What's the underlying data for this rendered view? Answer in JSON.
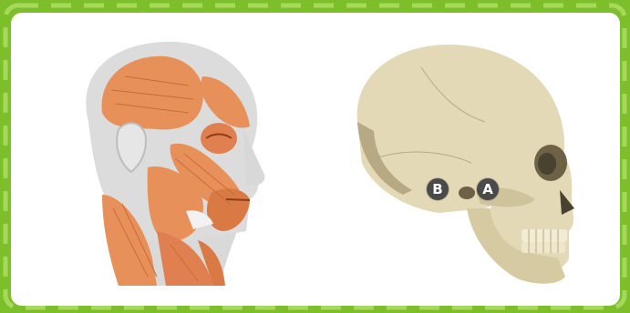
{
  "colors": {
    "frame": "#7cbf2a",
    "frame_dash": "#a6d95b",
    "card": "#ffffff",
    "muscle": "#e8905a",
    "muscle_dark": "#c96a3a",
    "bone": "#e3d9b6",
    "bone_shadow": "#b7a983",
    "marker": "#4a4a4a"
  },
  "figures": {
    "head_muscles": {
      "icon": "head-muscles-illustration"
    },
    "skull": {
      "icon": "skull-illustration",
      "markers": [
        {
          "label": "B"
        },
        {
          "label": "A"
        }
      ]
    }
  }
}
